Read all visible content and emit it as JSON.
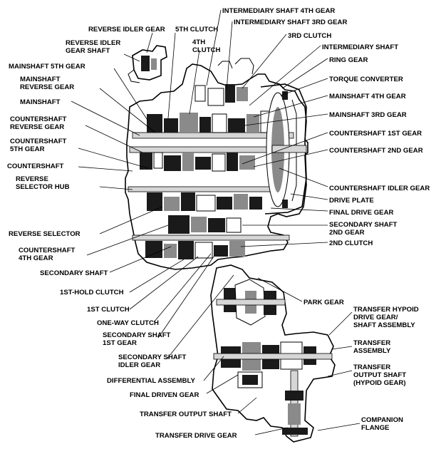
{
  "labels": {
    "intermediary_shaft_4th_gear": "INTERMEDIARY SHAFT 4TH GEAR",
    "intermediary_shaft_3rd_gear": "INTERMEDIARY SHAFT 3RD GEAR",
    "third_clutch": "3RD CLUTCH",
    "intermediary_shaft": "INTERMEDIARY SHAFT",
    "ring_gear": "RING GEAR",
    "torque_converter": "TORQUE CONVERTER",
    "mainshaft_4th_gear": "MAINSHAFT 4TH GEAR",
    "mainshaft_3rd_gear": "MAINSHAFT 3RD GEAR",
    "countershaft_1st_gear": "COUNTERSHAFT 1ST GEAR",
    "countershaft_2nd_gear": "COUNTERSHAFT 2ND GEAR",
    "countershaft_idler_gear": "COUNTERSHAFT IDLER GEAR",
    "drive_plate": "DRIVE PLATE",
    "final_drive_gear": "FINAL DRIVE GEAR",
    "secondary_shaft_2nd_gear_1": "SECONDARY SHAFT",
    "secondary_shaft_2nd_gear_2": "2ND GEAR",
    "second_clutch": "2ND CLUTCH",
    "park_gear": "PARK GEAR",
    "transfer_hypoid_1": "TRANSFER HYPOID",
    "transfer_hypoid_2": "DRIVE GEAR/",
    "transfer_hypoid_3": "SHAFT ASSEMBLY",
    "transfer_assembly_1": "TRANSFER",
    "transfer_assembly_2": "ASSEMBLY",
    "transfer_output_shaft_1": "TRANSFER",
    "transfer_output_shaft_2": "OUTPUT SHAFT",
    "transfer_output_shaft_3": "(HYPOID GEAR)",
    "companion_flange_1": "COMPANION",
    "companion_flange_2": "FLANGE",
    "reverse_idler_gear": "REVERSE IDLER GEAR",
    "fifth_clutch": "5TH CLUTCH",
    "fourth_clutch_1": "4TH",
    "fourth_clutch_2": "CLUTCH",
    "reverse_idler_gear_shaft_1": "REVERSE IDLER",
    "reverse_idler_gear_shaft_2": "GEAR SHAFT",
    "mainshaft_5th_gear": "MAINSHAFT 5TH GEAR",
    "mainshaft_reverse_gear_1": "MAINSHAFT",
    "mainshaft_reverse_gear_2": "REVERSE GEAR",
    "mainshaft": "MAINSHAFT",
    "countershaft_reverse_gear_1": "COUNTERSHAFT",
    "countershaft_reverse_gear_2": "REVERSE GEAR",
    "countershaft_5th_gear_1": "COUNTERSHAFT",
    "countershaft_5th_gear_2": "5TH GEAR",
    "countershaft": "COUNTERSHAFT",
    "reverse_selector_hub_1": "REVERSE",
    "reverse_selector_hub_2": "SELECTOR HUB",
    "reverse_selector": "REVERSE SELECTOR",
    "countershaft_4th_gear_1": "COUNTERSHAFT",
    "countershaft_4th_gear_2": "4TH GEAR",
    "secondary_shaft": "SECONDARY SHAFT",
    "first_hold_clutch": "1ST-HOLD CLUTCH",
    "first_clutch": "1ST CLUTCH",
    "one_way_clutch": "ONE-WAY CLUTCH",
    "secondary_shaft_1st_gear_1": "SECONDARY SHAFT",
    "secondary_shaft_1st_gear_2": "1ST GEAR",
    "secondary_shaft_idler_gear_1": "SECONDARY SHAFT",
    "secondary_shaft_idler_gear_2": "IDLER GEAR",
    "differential_assembly": "DIFFERENTIAL ASSEMBLY",
    "final_driven_gear": "FINAL DRIVEN GEAR",
    "transfer_output_shaft_bottom": "TRANSFER OUTPUT SHAFT",
    "transfer_drive_gear": "TRANSFER DRIVE GEAR"
  }
}
